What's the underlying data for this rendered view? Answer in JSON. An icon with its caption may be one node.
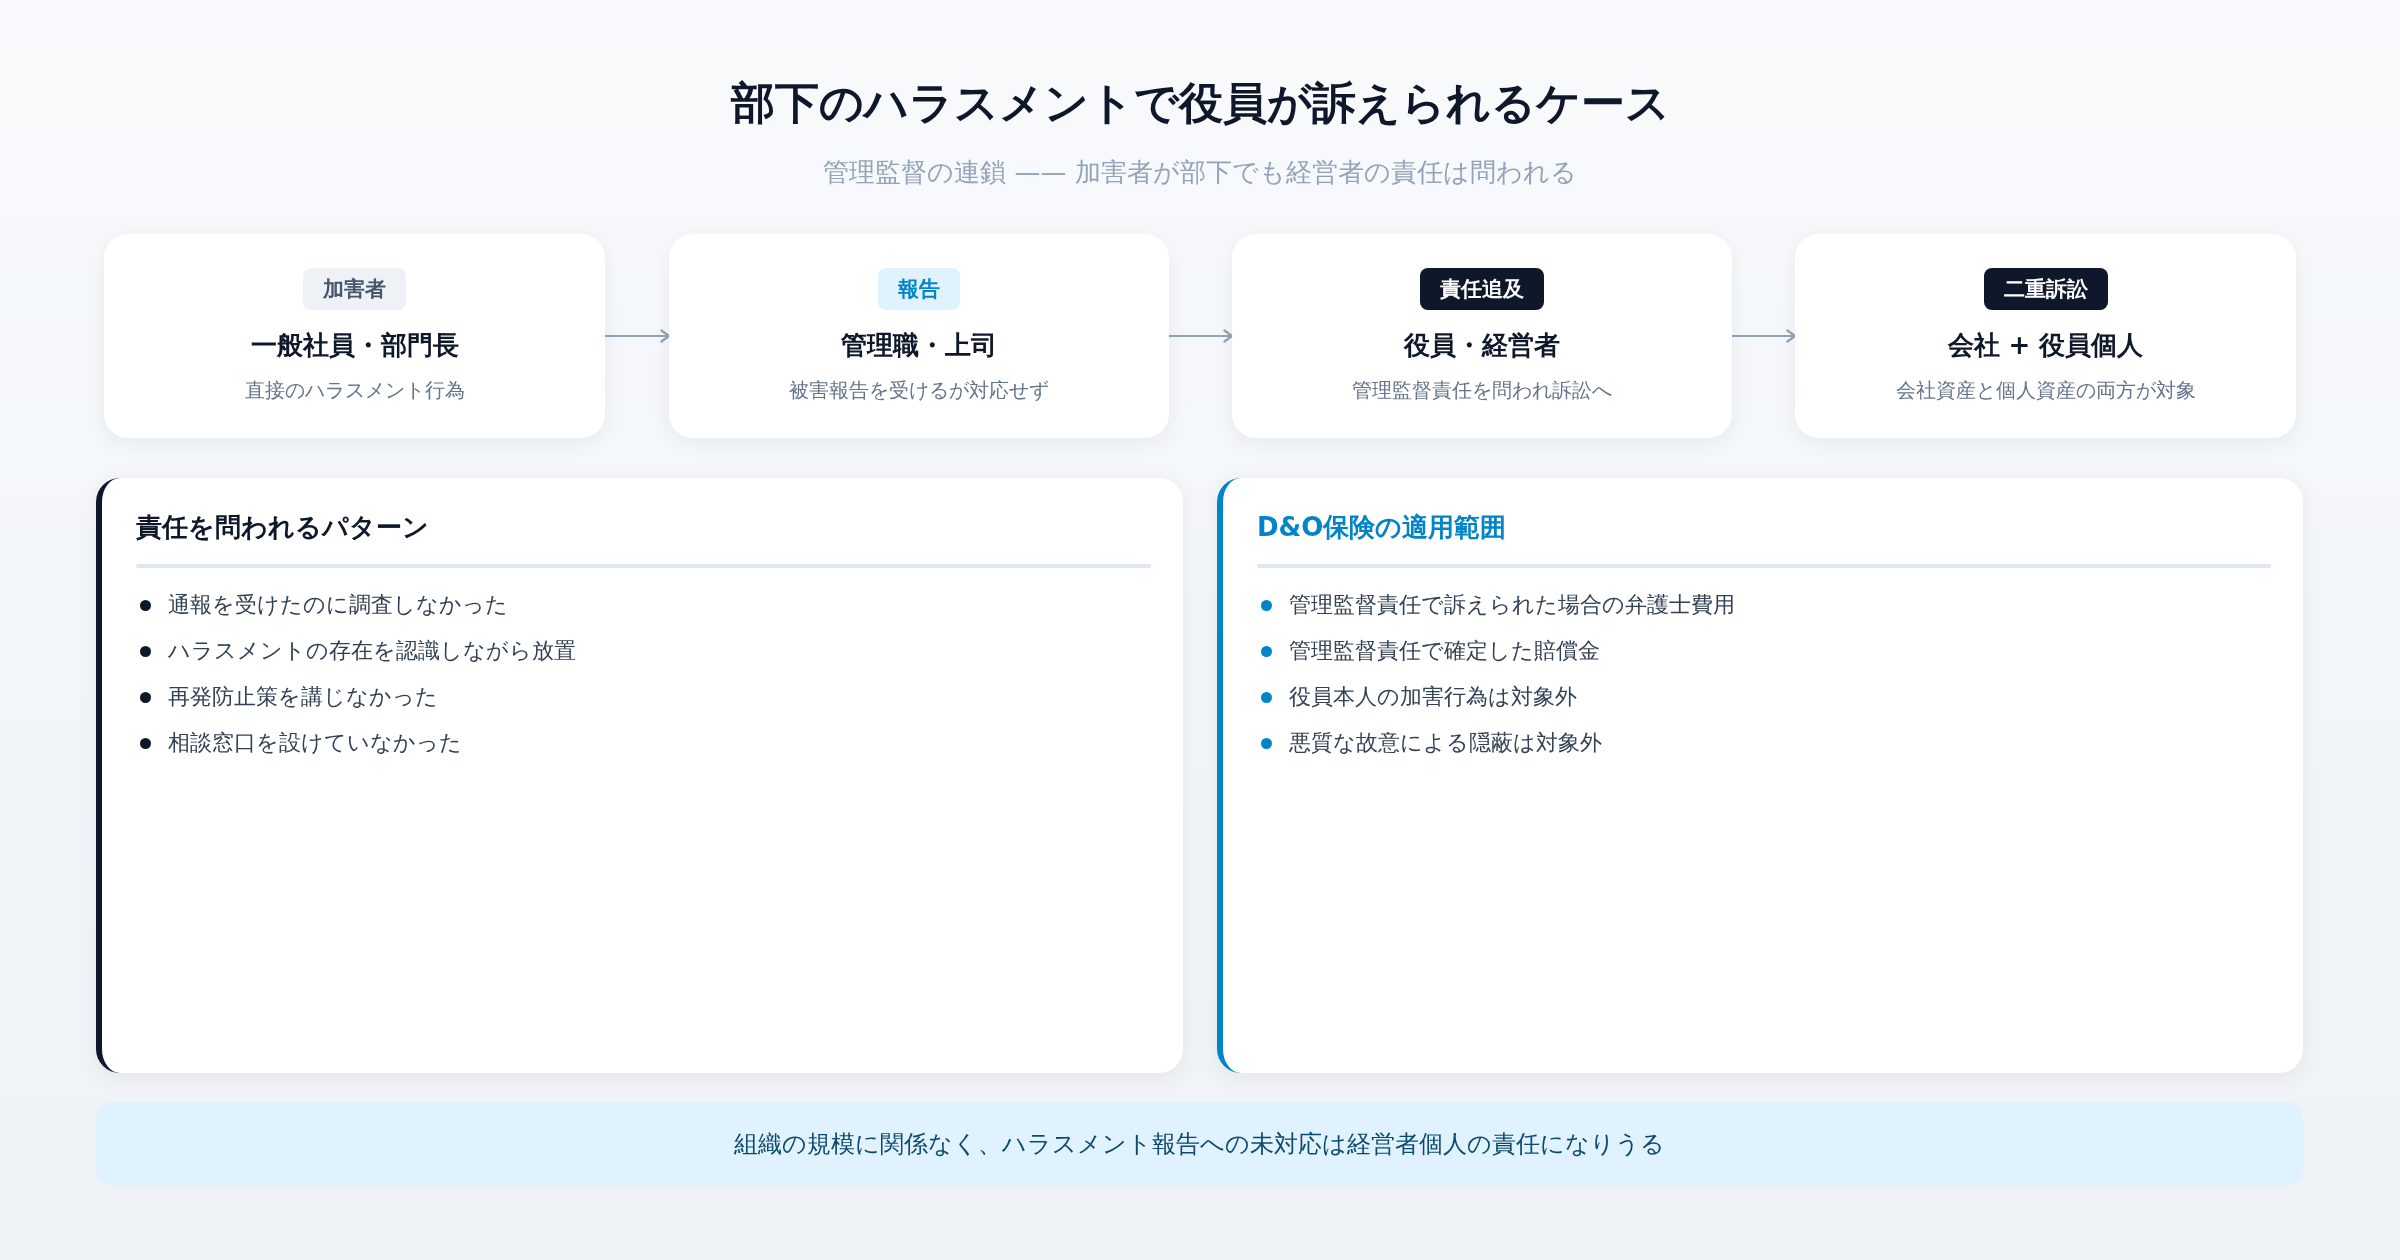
{
  "diagram": {
    "title": "部下のハラスメントで役員が訴えられるケース",
    "nodes": [
      {
        "text": [
          "一般社員・部門長",
          "直接のハラスメント行為"
        ]
      },
      {
        "text": [
          "加害者"
        ],
        "in": 0
      },
      {
        "text": [
          "管理職・上司",
          "被害報告を受けるが対応せず"
        ]
      },
      {
        "text": [
          "報告"
        ],
        "in": 2
      },
      {
        "text": [
          "役員・経営者",
          "管理監督責任を問われ訴訟へ"
        ]
      },
      {
        "text": [
          "責任追及"
        ],
        "in": 4
      },
      {
        "text": [
          "会社 + 役員個人",
          "会社資産と個人資産の両方が対象"
        ]
      },
      {
        "text": [
          "二重訴訟"
        ],
        "in": 6
      },
      {
        "text": [
          "責任を問われるパターン",
          "通報を受けたのに調査しなかった",
          "ハラスメントの存在を認識しながら放置",
          "再発防止策を講じなかった",
          "相談窓口を設けていなかった"
        ]
      },
      {
        "text": [
          "D&O保険の適用範囲",
          "管理監督責任で訴えられた場合の弁護士費用",
          "管理監督責任で確定した賠償金",
          "役員本人の加害行為は対象外",
          "悪質な故意による隠蔽は対象外"
        ]
      },
      {
        "text": [
          "組織の規模に関係なく、ハラスメント報告への未対応は経営者個人の責任になりうる"
        ]
      }
    ],
    "edges": [
      {
        "from": 0,
        "to": 2,
        "arrow": "to"
      },
      {
        "from": 2,
        "to": 4,
        "arrow": "to"
      },
      {
        "from": 4,
        "to": 6,
        "arrow": "to"
      }
    ],
    "labels": [
      "管理監督の連鎖 —— 加害者が部下でも経営者の責任は問われる"
    ]
  }
}
